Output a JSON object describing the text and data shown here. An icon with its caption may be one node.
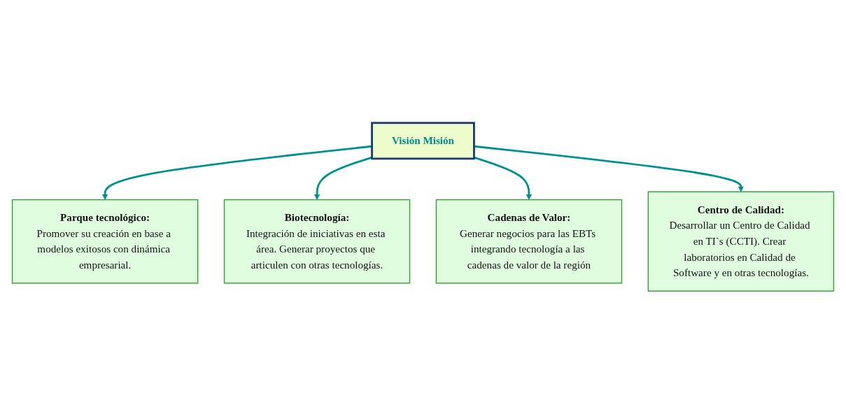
{
  "diagram": {
    "nodes": [
      {
        "text": [
          "Parque tecnológico:",
          "Promover su creación en base a modelos exitosos con dinámica empresarial."
        ]
      },
      {
        "text": [
          "Biotecnología:",
          "Integración de iniciativas en esta área. Generar proyectos que articulen con otras tecnologías."
        ]
      },
      {
        "text": [
          "Cadenas de Valor:",
          "Generar negocios para las EBTs integrando tecnología a las cadenas de valor de la región"
        ]
      },
      {
        "text": [
          "Visión Misión"
        ]
      },
      {
        "text": [
          "Centro de Calidad:",
          "Desarrollar un Centro de Calidad en TI`s (CCTI). Crear laboratorios en Calidad de Software y en otras tecnologías."
        ]
      }
    ],
    "edges": [
      {
        "from": 3,
        "to": 0,
        "arrow": "to"
      },
      {
        "from": 3,
        "to": 1,
        "arrow": "to"
      },
      {
        "from": 3,
        "to": 2,
        "arrow": "to"
      },
      {
        "from": 3,
        "to": 4,
        "arrow": "to"
      }
    ]
  }
}
